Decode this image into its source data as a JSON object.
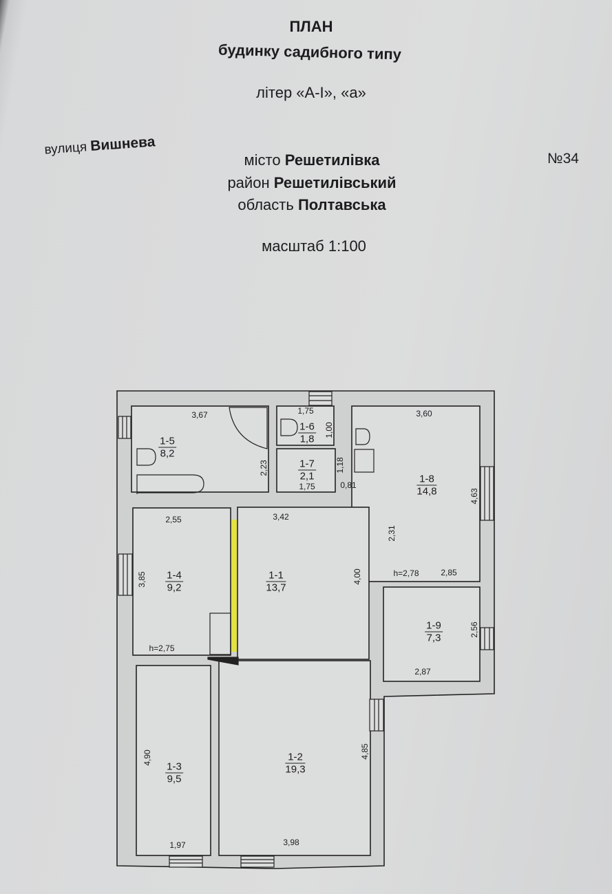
{
  "header": {
    "title": "ПЛАН",
    "subtitle": "будинку садибного типу",
    "letter": "літер «А-І», «а»",
    "street_prefix": "вулиця",
    "street_name": "Вишнева",
    "city_prefix": "місто",
    "city_name": "Решетилівка",
    "district_prefix": "район",
    "district_name": "Решетилівський",
    "region_prefix": "область",
    "region_name": "Полтавська",
    "house_number": "№34",
    "scale": "масштаб 1:100"
  },
  "rooms": [
    {
      "id": "1-5",
      "area": "8,2"
    },
    {
      "id": "1-6",
      "area": "1,8"
    },
    {
      "id": "1-7",
      "area": "2,1"
    },
    {
      "id": "1-8",
      "area": "14,8"
    },
    {
      "id": "1-4",
      "area": "9,2"
    },
    {
      "id": "1-1",
      "area": "13,7"
    },
    {
      "id": "1-9",
      "area": "7,3"
    },
    {
      "id": "1-3",
      "area": "9,5"
    },
    {
      "id": "1-2",
      "area": "19,3"
    }
  ],
  "dimensions": {
    "d1": "3,67",
    "d2": "1,75",
    "d3": "1,00",
    "d4": "3,60",
    "d5": "2,23",
    "d6": "1,18",
    "d7": "1,75",
    "d8": "0,81",
    "d9": "4,63",
    "d10": "2,55",
    "d11": "3,42",
    "d12": "2,31",
    "d13": "3,85",
    "d14": "4,00",
    "d15": "h=2,78",
    "d16": "2,85",
    "d17": "2,56",
    "d18": "h=2,75",
    "d19": "2,87",
    "d20": "4,90",
    "d21": "4,85",
    "d22": "1,97",
    "d23": "3,98"
  },
  "colors": {
    "highlight": "#e6e61e",
    "ink": "#1c1c1e",
    "paper": "#dcdddd"
  }
}
